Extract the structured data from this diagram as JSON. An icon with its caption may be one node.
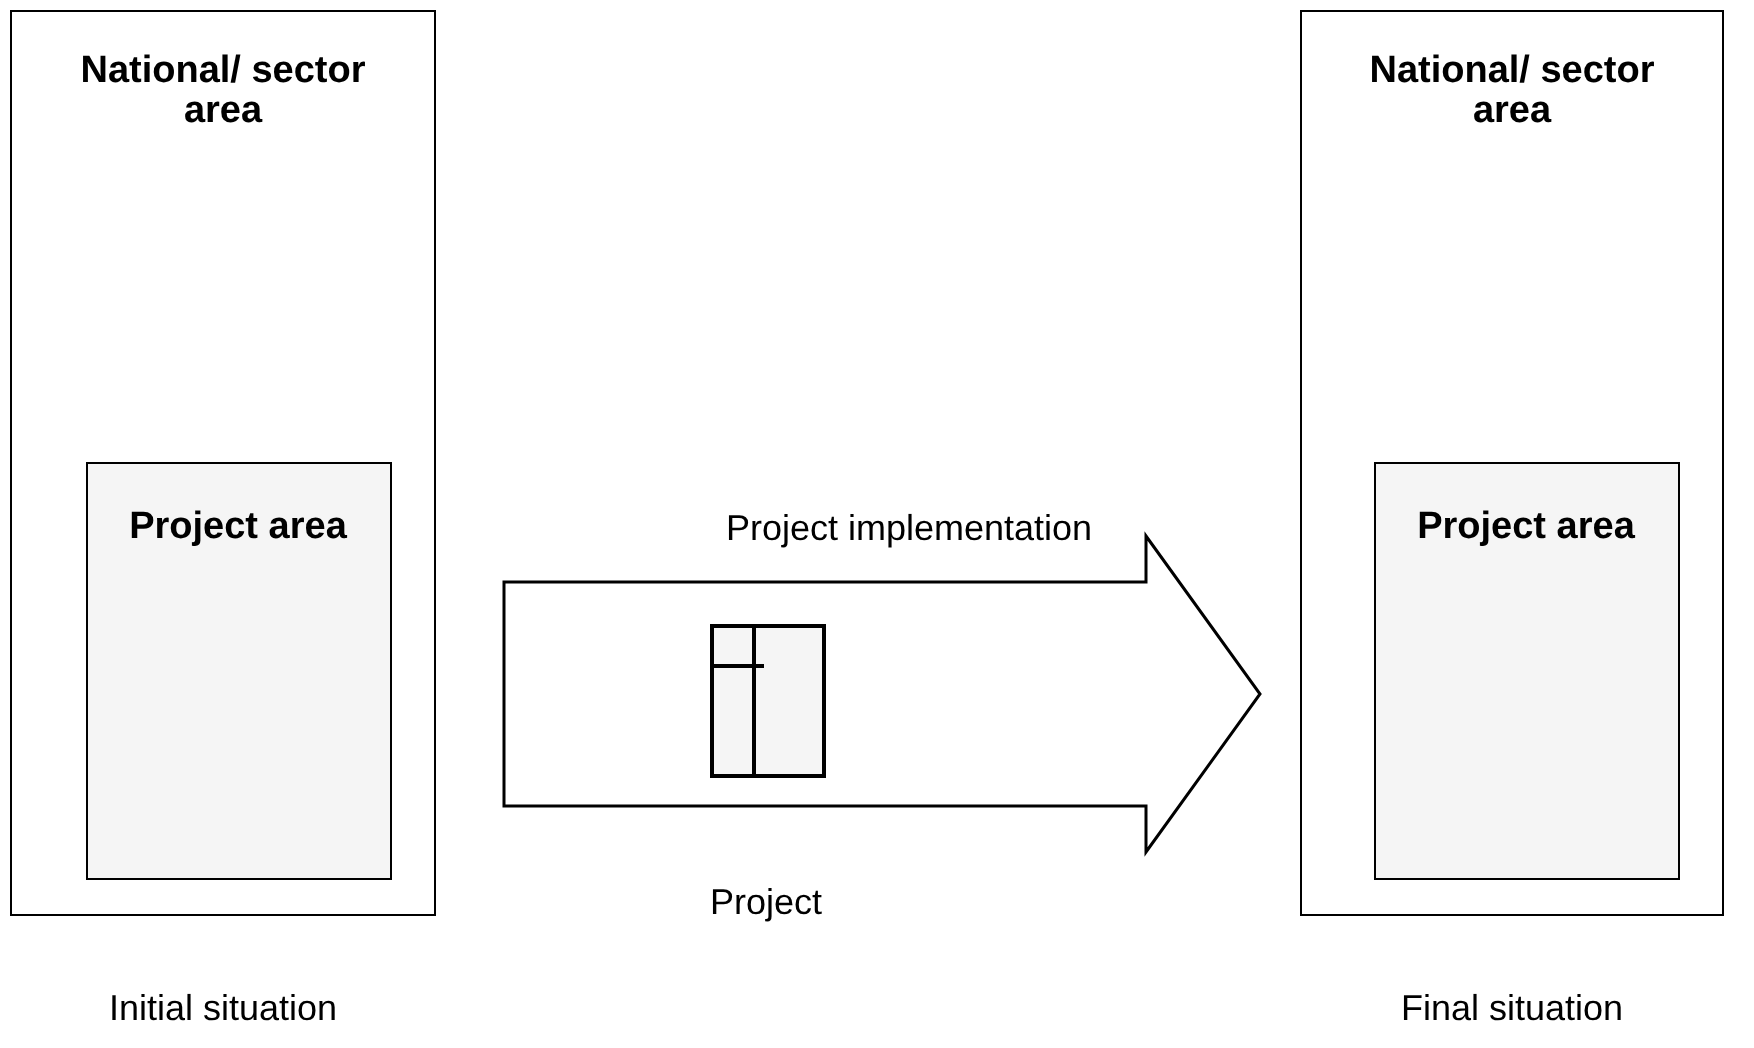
{
  "diagram": {
    "nodes": [
      {
        "text": [
          "National/ sector area"
        ],
        "beside": [
          "Initial situation"
        ]
      },
      {
        "text": [
          "Project area"
        ],
        "in": 0
      },
      {
        "text": [
          "National/ sector area"
        ],
        "beside": [
          "Final situation"
        ]
      },
      {
        "text": [
          "Project area"
        ],
        "in": 2
      },
      {
        "text": [],
        "shape": "box"
      }
    ],
    "edges": [
      {
        "from": 0,
        "to": 2,
        "arrow": "to",
        "label": "Project implementation"
      }
    ],
    "labels": [
      "Project"
    ]
  }
}
